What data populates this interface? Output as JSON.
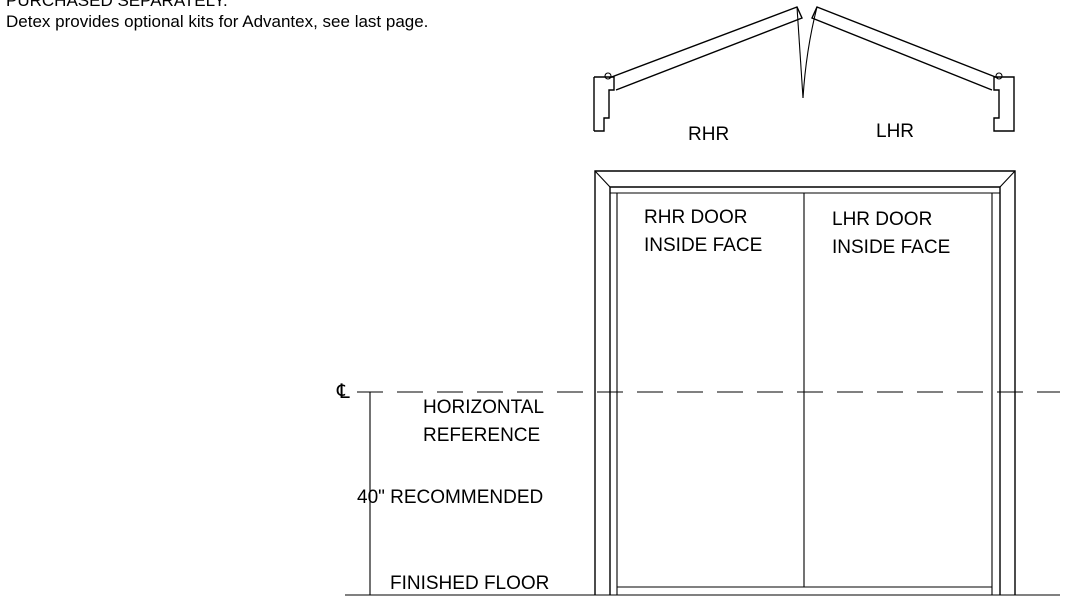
{
  "header": {
    "top_text": "PURCHASED SEPARATELY.",
    "note": "Detex provides optional kits for Advantex, see last page."
  },
  "diagram": {
    "plan_labels": {
      "rhr": "RHR",
      "lhr": "LHR"
    },
    "door_labels": {
      "rhr_line1": "RHR DOOR",
      "rhr_line2": "INSIDE FACE",
      "lhr_line1": "LHR DOOR",
      "lhr_line2": "INSIDE FACE"
    },
    "centerline_symbol": "℄",
    "horizontal_reference_line1": "HORIZONTAL",
    "horizontal_reference_line2": "REFERENCE",
    "height_note": "40\" RECOMMENDED",
    "floor_label": "FINISHED FLOOR"
  }
}
